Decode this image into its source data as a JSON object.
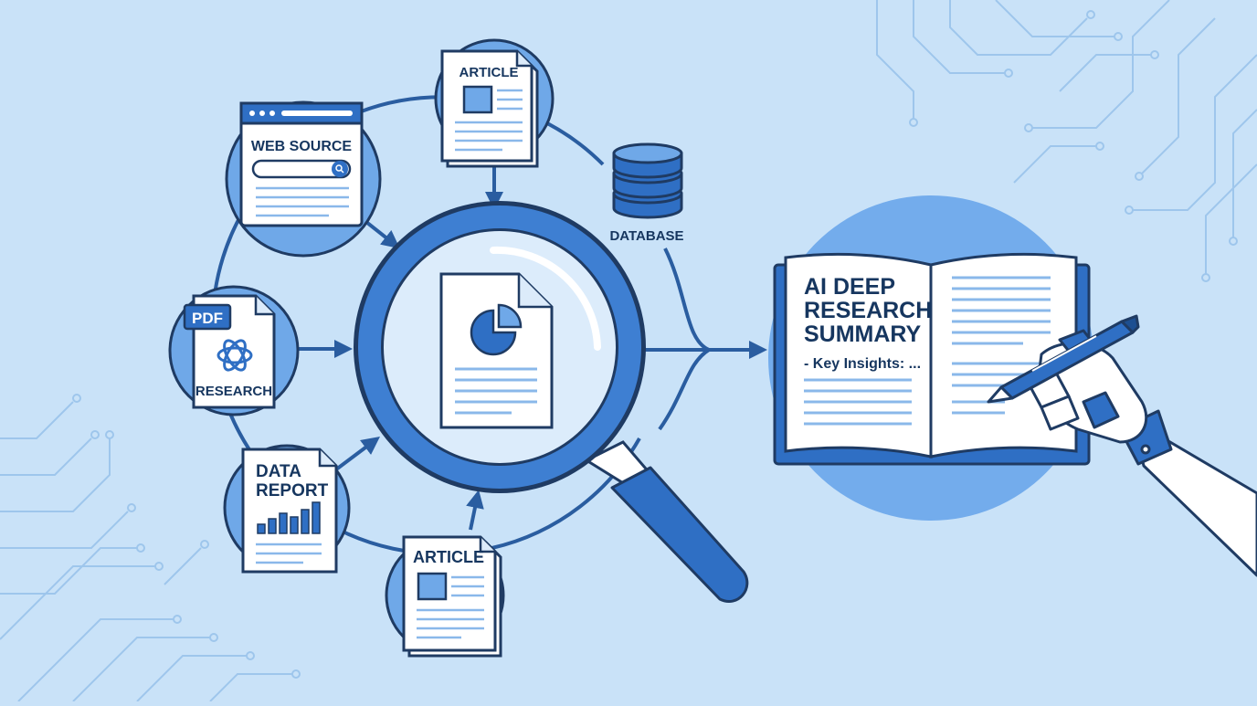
{
  "sources": {
    "web_source": "WEB SOURCE",
    "article_top": "ARTICLE",
    "database": "DATABASE",
    "pdf_tag": "PDF",
    "research": "RESEARCH",
    "data_report_line1": "DATA",
    "data_report_line2": "REPORT",
    "article_bottom": "ARTICLE"
  },
  "summary": {
    "title_line1": "AI DEEP",
    "title_line2": "RESEARCH",
    "title_line3": "SUMMARY",
    "insights": "- Key Insights: ..."
  },
  "colors": {
    "background": "#c9e2f8",
    "primary": "#2f6fc4",
    "dark": "#1d4f91",
    "light": "#6fa8e8",
    "outline": "#1f3b63"
  }
}
